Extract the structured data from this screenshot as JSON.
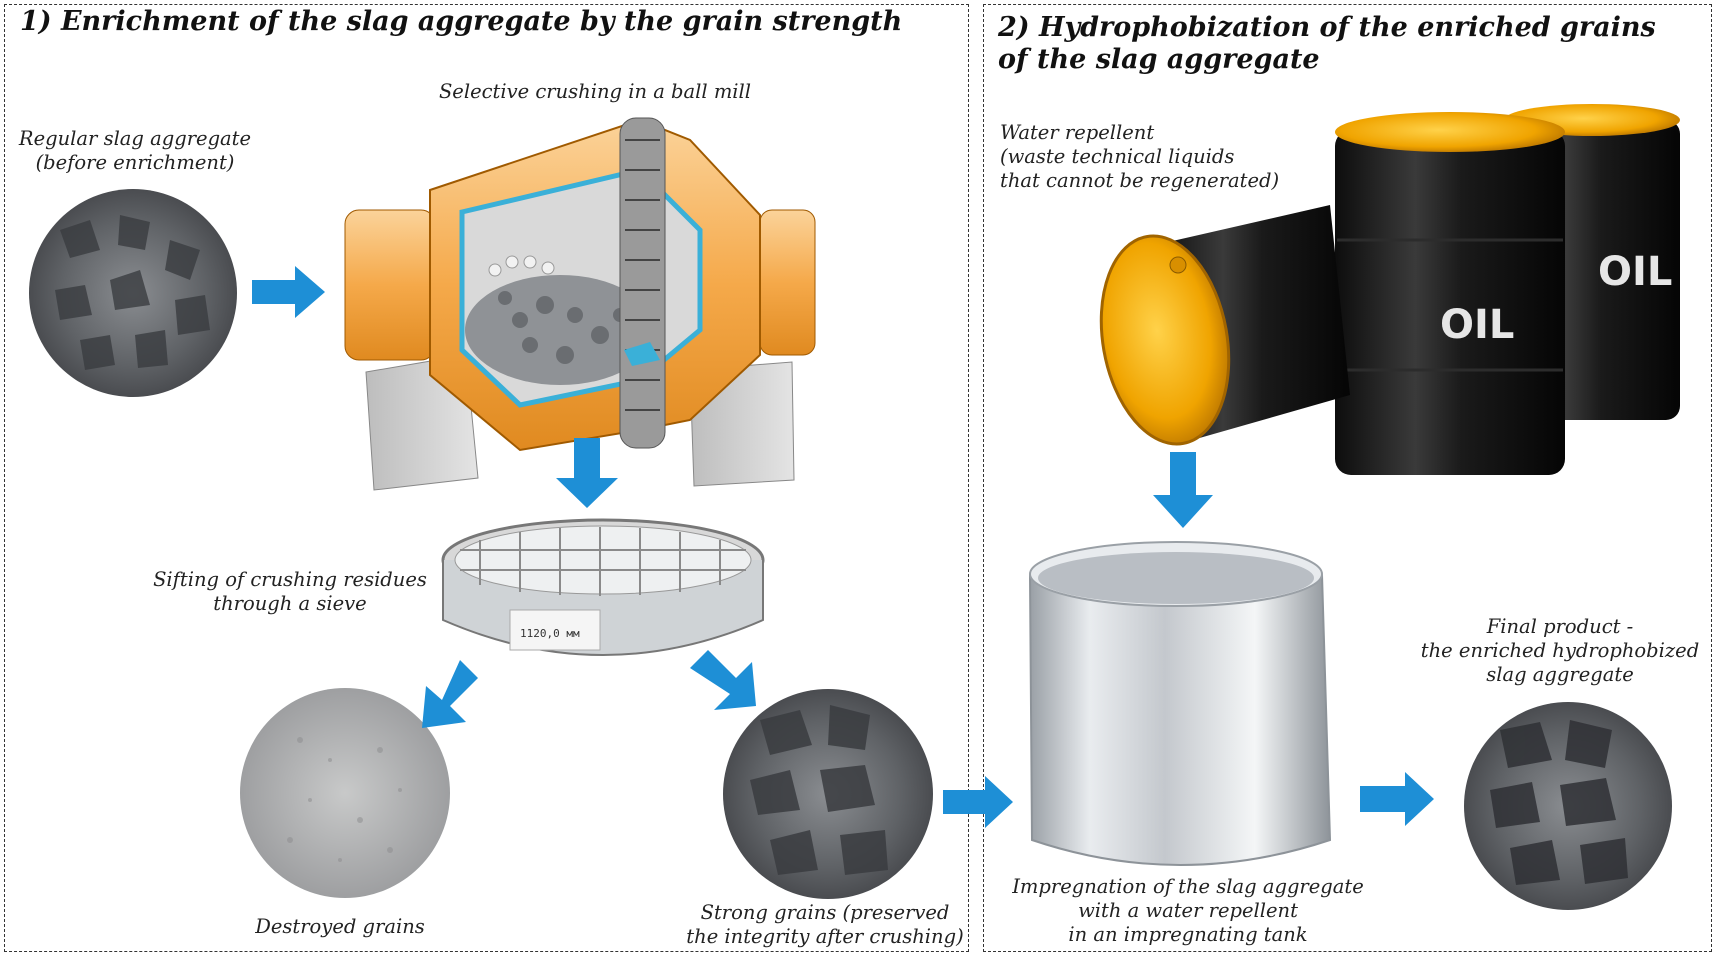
{
  "panel1": {
    "title": "1) Enrichment of the slag aggregate by the grain strength",
    "captions": {
      "regular": "Regular slag aggregate\n(before enrichment)",
      "mill": "Selective crushing in a  ball mill",
      "sieve": "Sifting of crushing residues\nthrough a sieve",
      "destroyed": "Destroyed grains",
      "strong": "Strong grains (preserved\nthe integrity after crushing)"
    }
  },
  "panel2": {
    "title_line1": "2) Hydrophobization of the enriched grains",
    "title_line2": "of the slag aggregate",
    "captions": {
      "repellent": "Water repellent\n(waste technical liquids\nthat cannot be regenerated)",
      "tank": "Impregnation of the slag aggregate\nwith a water repellent\nin an impregnating tank",
      "final": "Final product -\nthe enriched hydrophobized\nslag aggregate"
    },
    "barrel_label": "OIL"
  },
  "sieve_label": "1120,0 мм",
  "colors": {
    "arrow": "#1e8fd6",
    "mill_body": "#f5a94a",
    "barrel": "#1c1c1c",
    "barrel_lid": "#f0a800",
    "tank": "#c9cdd2"
  }
}
